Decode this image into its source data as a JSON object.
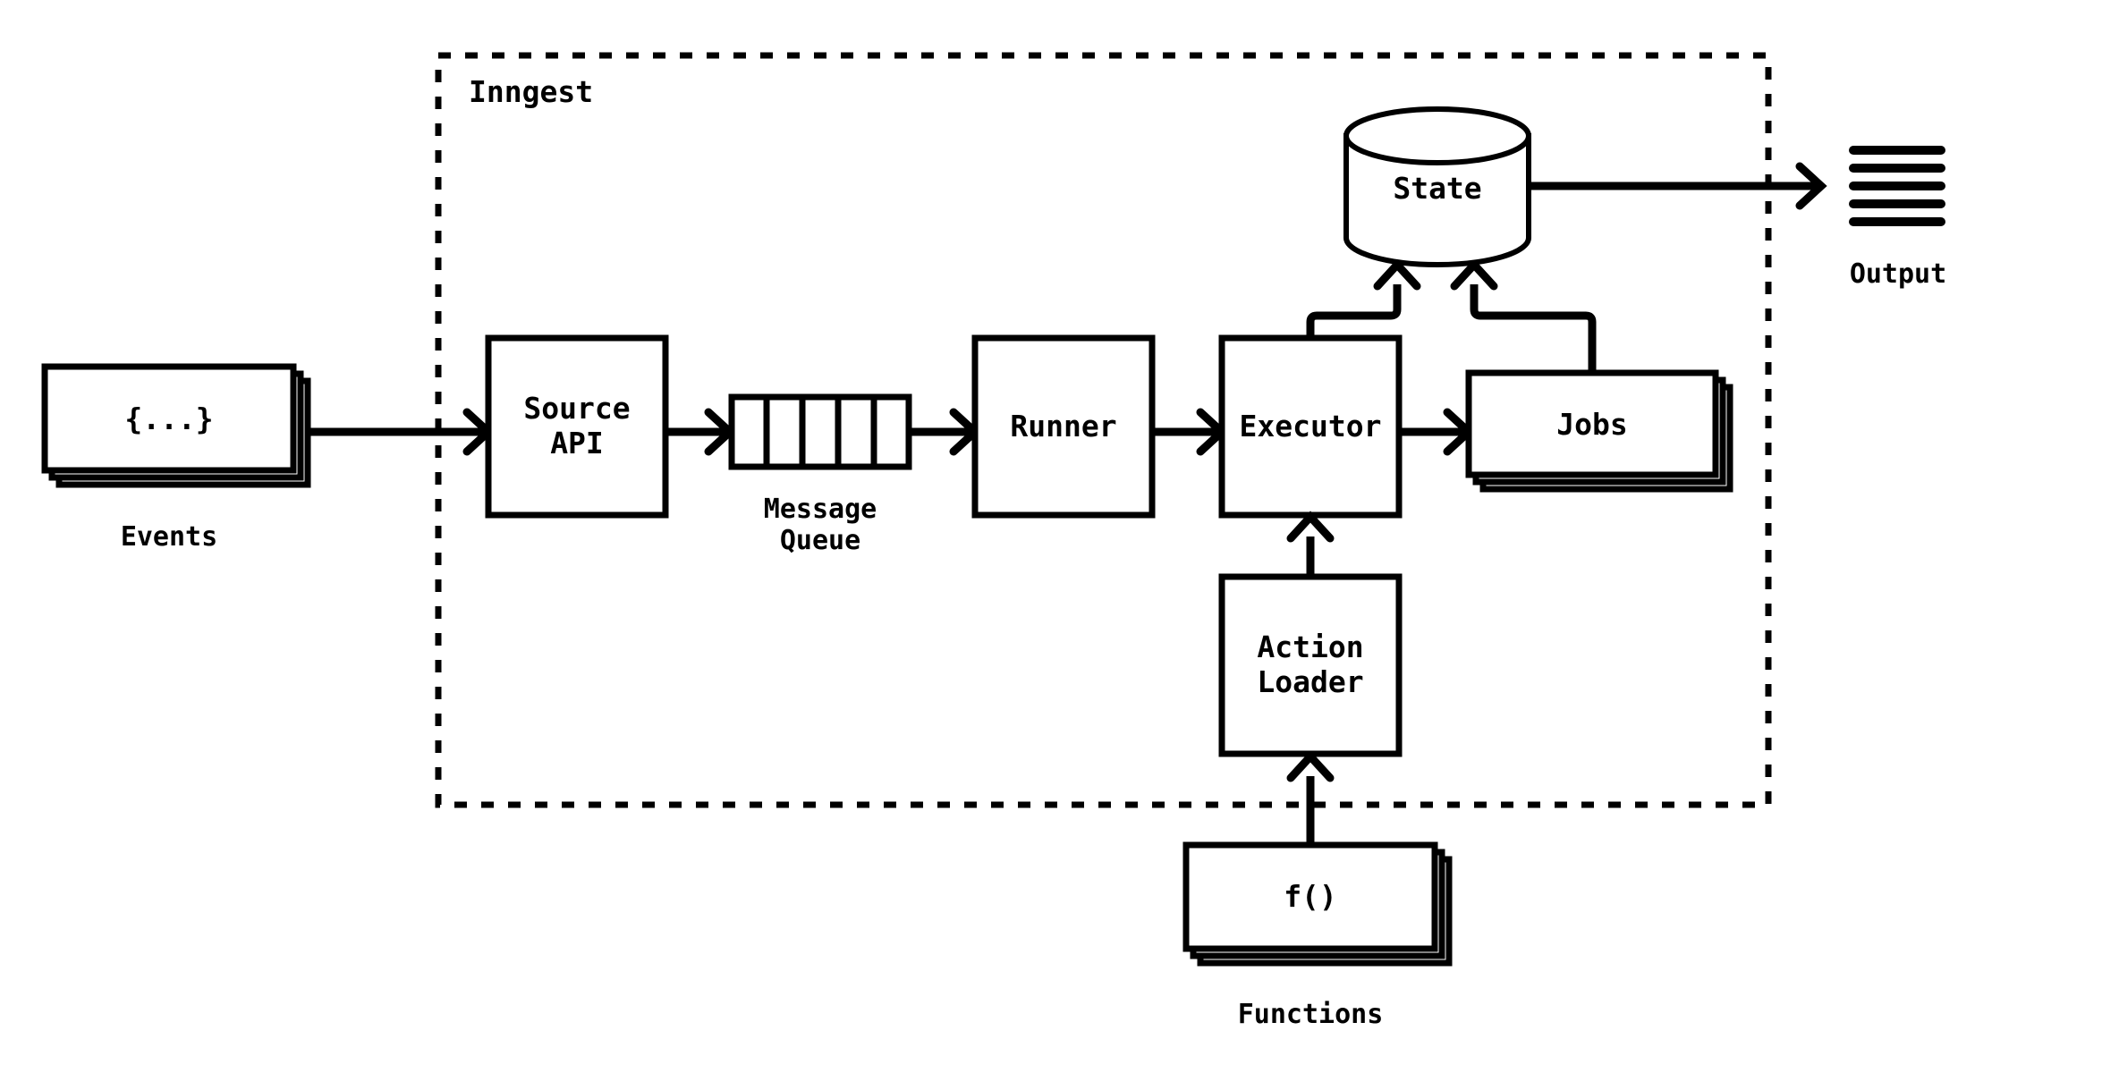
{
  "diagram": {
    "title": "Inngest",
    "type": "architecture-flow-diagram",
    "boundary": {
      "label": "Inngest",
      "style": "dashed"
    },
    "colors": {
      "stroke": "#000000",
      "background": "#ffffff",
      "text": "#000000"
    },
    "nodes": {
      "events": {
        "label": "{...}",
        "caption": "Events",
        "shape": "stacked-card"
      },
      "source_api": {
        "label": "Source\nAPI",
        "shape": "rect"
      },
      "message_queue": {
        "label": "",
        "caption": "Message\nQueue",
        "shape": "queue",
        "cells": 5
      },
      "runner": {
        "label": "Runner",
        "shape": "rect"
      },
      "executor": {
        "label": "Executor",
        "shape": "rect"
      },
      "jobs": {
        "label": "Jobs",
        "shape": "stacked-card"
      },
      "state": {
        "label": "State",
        "shape": "cylinder"
      },
      "output": {
        "caption": "Output",
        "shape": "lines-icon",
        "lines": 5
      },
      "action_loader": {
        "label": "Action\nLoader",
        "shape": "rect"
      },
      "functions": {
        "label": "f()",
        "caption": "Functions",
        "shape": "stacked-card"
      }
    },
    "edges": [
      {
        "from": "events",
        "to": "source_api",
        "arrow": true
      },
      {
        "from": "source_api",
        "to": "message_queue",
        "arrow": true
      },
      {
        "from": "message_queue",
        "to": "runner",
        "arrow": true
      },
      {
        "from": "runner",
        "to": "executor",
        "arrow": true
      },
      {
        "from": "executor",
        "to": "jobs",
        "arrow": true
      },
      {
        "from": "executor",
        "to": "state",
        "arrow": true
      },
      {
        "from": "jobs",
        "to": "state",
        "arrow": true
      },
      {
        "from": "state",
        "to": "output",
        "arrow": true
      },
      {
        "from": "action_loader",
        "to": "executor",
        "arrow": true
      },
      {
        "from": "functions",
        "to": "action_loader",
        "arrow": true
      }
    ]
  }
}
